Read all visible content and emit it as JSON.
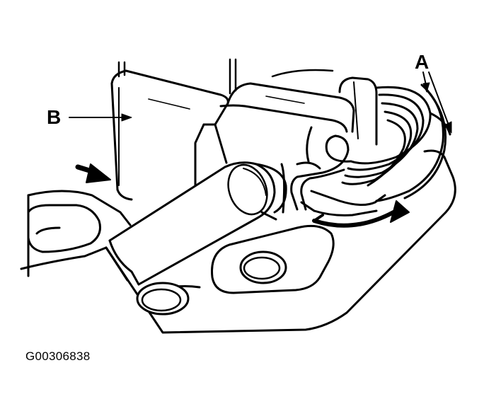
{
  "callouts": {
    "a": "A",
    "b": "B"
  },
  "figure_id": "G00306838",
  "colors": {
    "ink": "#000000",
    "paper": "#ffffff"
  },
  "icons": [
    "pointer-arrow-icon",
    "rotation-arrow-icon"
  ]
}
